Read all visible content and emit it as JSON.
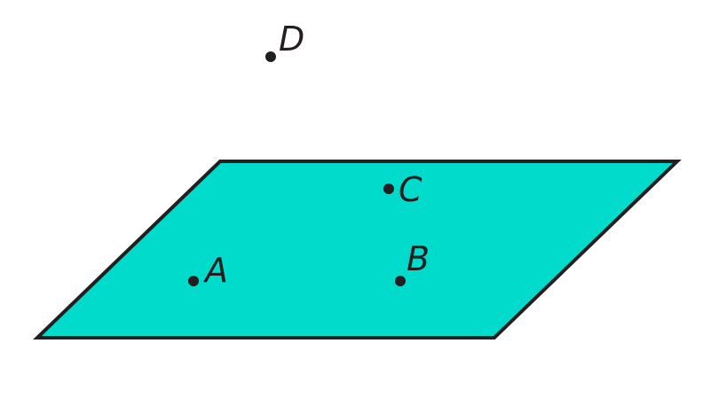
{
  "plane": {
    "fill": "#00dbcc",
    "stroke": "#231f20"
  },
  "points": {
    "A": {
      "label": "A"
    },
    "B": {
      "label": "B"
    },
    "C": {
      "label": "C"
    },
    "D": {
      "label": "D"
    }
  },
  "point_color": "#231f20"
}
